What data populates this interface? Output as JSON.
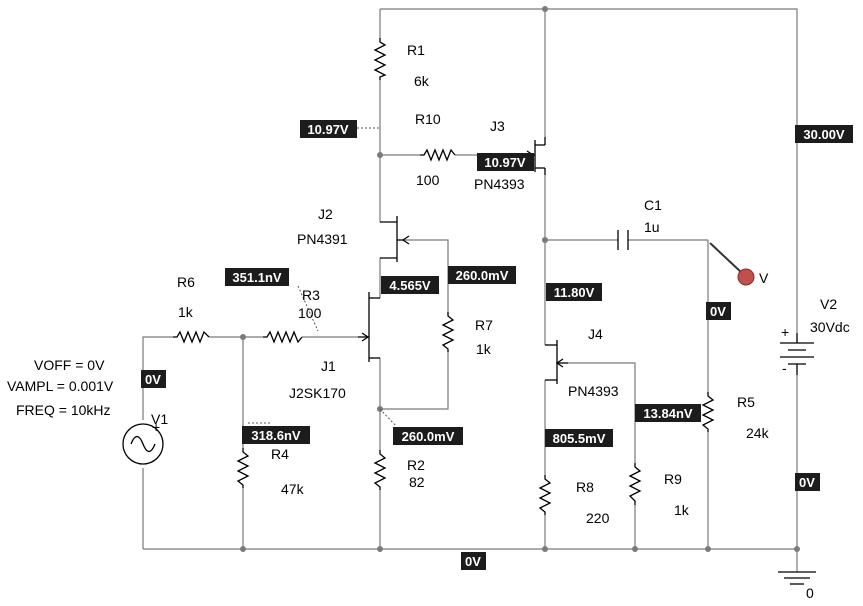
{
  "components": {
    "R1": {
      "name": "R1",
      "value": "6k"
    },
    "R10": {
      "name": "R10",
      "value": "100"
    },
    "J3": {
      "name": "J3",
      "model": "PN4393"
    },
    "J2": {
      "name": "J2",
      "model": "PN4391"
    },
    "C1": {
      "name": "C1",
      "value": "1u"
    },
    "R6": {
      "name": "R6",
      "value": "1k"
    },
    "R3": {
      "name": "R3",
      "value": "100"
    },
    "R7": {
      "name": "R7",
      "value": "1k"
    },
    "J1": {
      "name": "J1",
      "model": "J2SK170"
    },
    "J4": {
      "name": "J4",
      "model": "PN4393"
    },
    "V2": {
      "name": "V2",
      "value": "30Vdc",
      "plus": "+",
      "minus": "-"
    },
    "R5": {
      "name": "R5",
      "value": "24k"
    },
    "V1": {
      "name": "V1",
      "voff": "VOFF = 0V",
      "vampl": "VAMPL = 0.001V",
      "freq": "FREQ = 10kHz"
    },
    "R4": {
      "name": "R4",
      "value": "47k"
    },
    "R2": {
      "name": "R2",
      "value": "82"
    },
    "R8": {
      "name": "R8",
      "value": "220"
    },
    "R9": {
      "name": "R9",
      "value": "1k"
    }
  },
  "voltages": {
    "v_r1_bottom": "10.97V",
    "v_j3_gate": "10.97V",
    "v_supply": "30.00V",
    "v_r3_node": "351.1nV",
    "v_j2_source": "4.565V",
    "v_r7_top": "260.0mV",
    "v_j4_drain": "11.80V",
    "v_r5_top": "0V",
    "v_v1_top": "0V",
    "v_r4_top": "318.6nV",
    "v_r2_top": "260.0mV",
    "v_j4_source": "805.5mV",
    "v_r9_top": "13.84nV",
    "v_v2_bottom": "0V",
    "v_ground": "0V"
  },
  "probe": {
    "label": "V"
  },
  "ground": {
    "label": "0"
  }
}
